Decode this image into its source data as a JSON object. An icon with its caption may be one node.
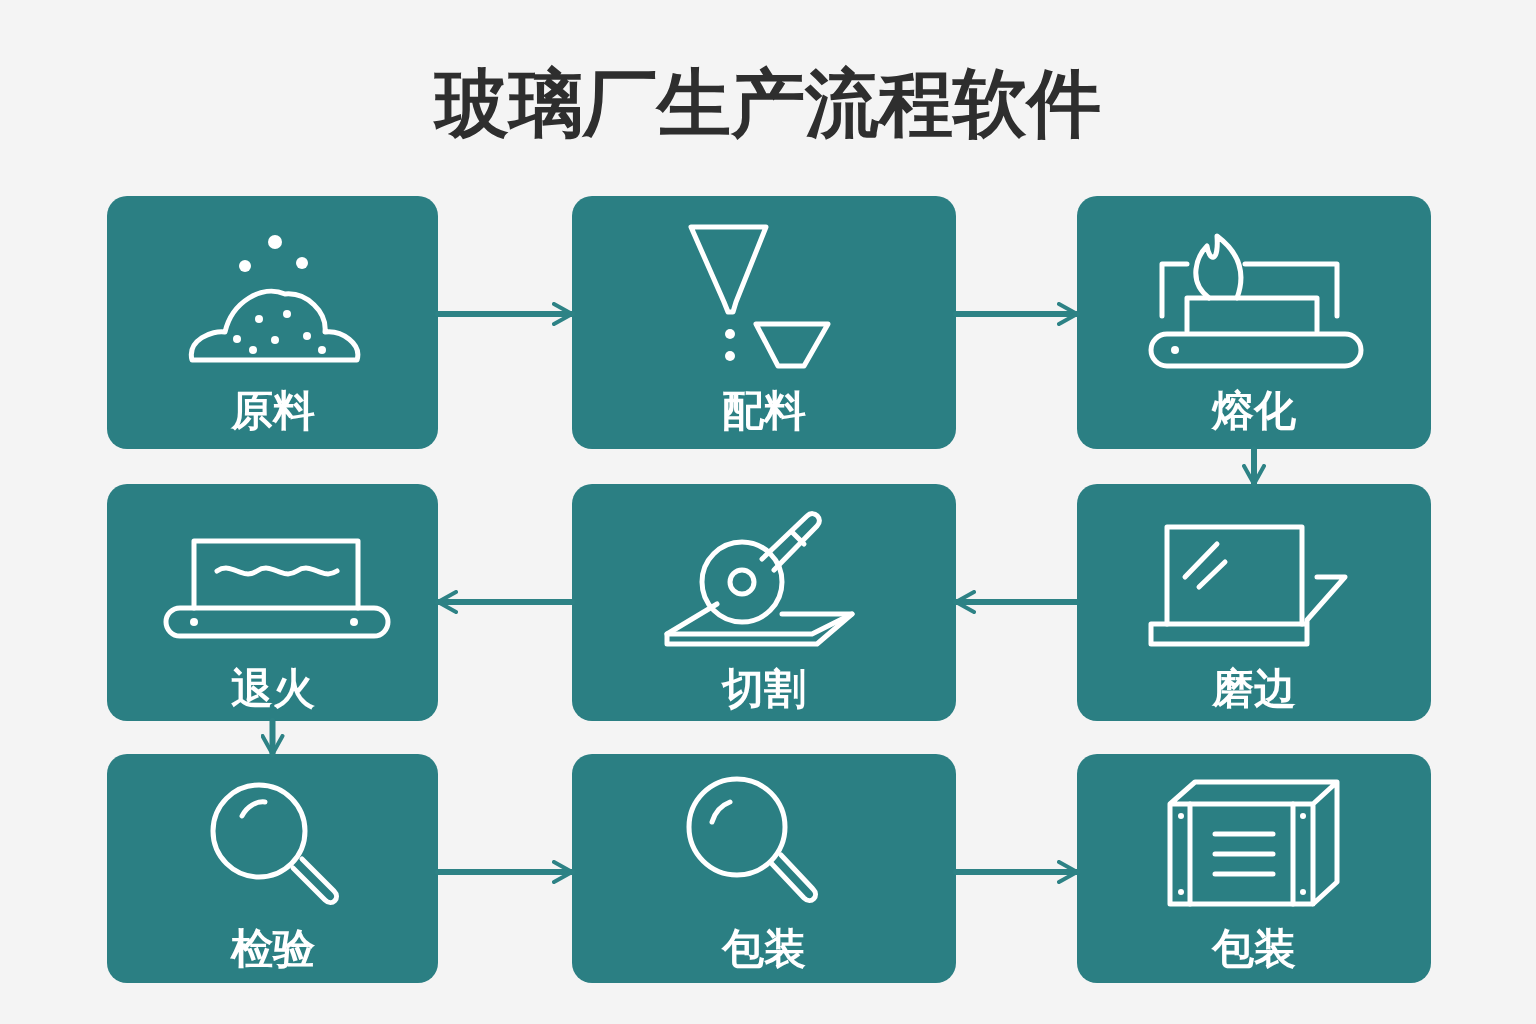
{
  "diagram": {
    "title": "玻璃厂生产流程软件",
    "nodes": [
      {
        "text": [
          "原料"
        ]
      },
      {
        "text": [
          "配料"
        ]
      },
      {
        "text": [
          "熔化"
        ]
      },
      {
        "text": [
          "退火"
        ]
      },
      {
        "text": [
          "切割"
        ]
      },
      {
        "text": [
          "磨边"
        ]
      },
      {
        "text": [
          "检验"
        ]
      },
      {
        "text": [
          "包装"
        ]
      },
      {
        "text": [
          "包装"
        ]
      }
    ],
    "edges": [
      {
        "from": 0,
        "to": 1,
        "arrow": "to"
      },
      {
        "from": 1,
        "to": 2,
        "arrow": "to"
      },
      {
        "from": 2,
        "to": 5,
        "arrow": "to"
      },
      {
        "from": 5,
        "to": 4,
        "arrow": "to"
      },
      {
        "from": 4,
        "to": 3,
        "arrow": "to"
      },
      {
        "from": 3,
        "to": 6,
        "arrow": "to"
      },
      {
        "from": 6,
        "to": 7,
        "arrow": "to"
      },
      {
        "from": 7,
        "to": 8,
        "arrow": "to"
      }
    ]
  }
}
